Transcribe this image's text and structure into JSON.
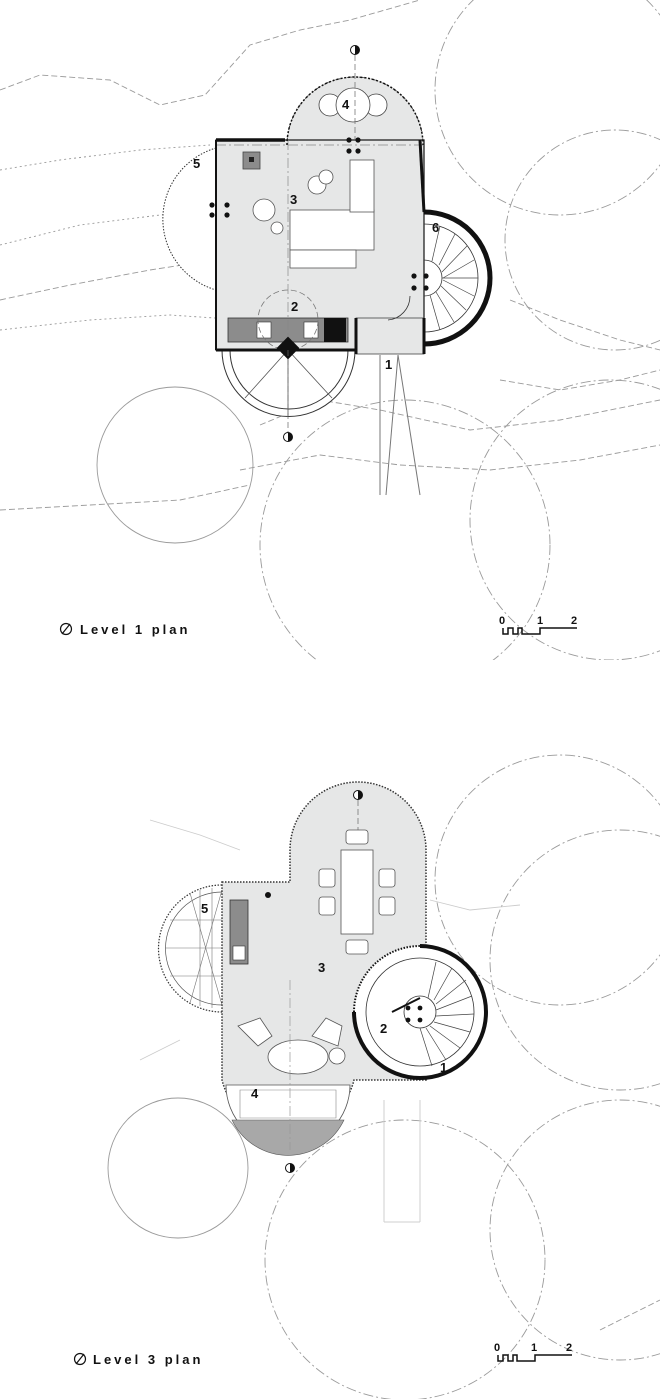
{
  "plans": [
    {
      "title": "Level 1 plan",
      "rooms": [
        "1",
        "2",
        "3",
        "4",
        "5",
        "6"
      ],
      "scale": [
        "0",
        "1",
        "2"
      ]
    },
    {
      "title": "Level 3 plan",
      "rooms": [
        "1",
        "2",
        "3",
        "4",
        "5"
      ],
      "scale": [
        "0",
        "1",
        "2"
      ]
    }
  ],
  "colors": {
    "floor": "#e6e7e7",
    "wall": "#111111",
    "site_lines": "#9a9a9a",
    "counter": "#8c8c8c"
  },
  "icons": [
    "north-arrow-icon",
    "section-marker-icon"
  ]
}
